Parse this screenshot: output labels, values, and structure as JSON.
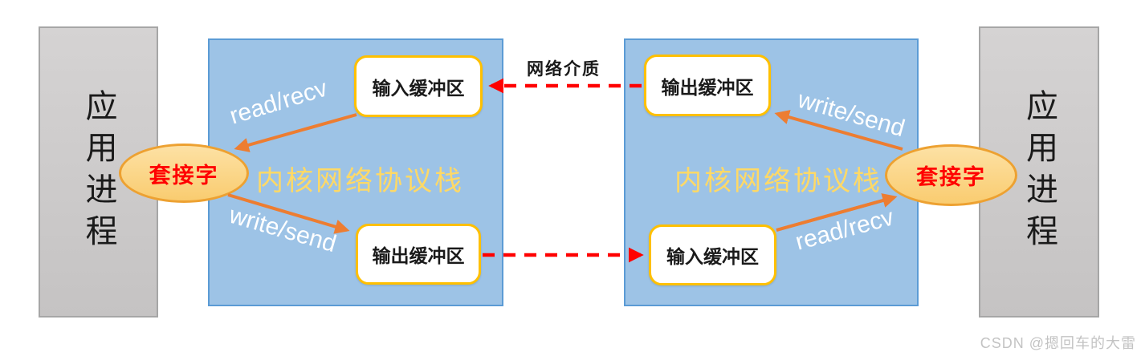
{
  "diagram_title_implied": "socket-communication-diagram",
  "nodes": {
    "app_process_left": "应用进程",
    "app_process_right": "应用进程",
    "kernel_stack_left": "内核网络协议栈",
    "kernel_stack_right": "内核网络协议栈",
    "socket_left": "套接字",
    "socket_right": "套接字",
    "input_buffer_left": "输入缓冲区",
    "output_buffer_left": "输出缓冲区",
    "output_buffer_right": "输出缓冲区",
    "input_buffer_right": "输入缓冲区"
  },
  "edges": {
    "read_recv_left": "read/recv",
    "write_send_left": "write/send",
    "write_send_right": "write/send",
    "read_recv_right": "read/recv",
    "network_medium": "网络介质"
  },
  "watermark": "CSDN @摁回车的大雷",
  "colors": {
    "process_fill": "#CDCBCB",
    "process_border": "#A6A6A6",
    "stack_fill": "#9DC3E6",
    "stack_border": "#5B9BD5",
    "stack_label": "#FFD966",
    "socket_fill": "#FBD688",
    "socket_border": "#EDA131",
    "socket_label": "#FF0000",
    "buffer_border": "#FFC000",
    "arrow_orange": "#ED7D31",
    "arrow_red": "#FF0000",
    "edge_label": "#FFFFFF",
    "watermark": "#C3C3C3"
  }
}
